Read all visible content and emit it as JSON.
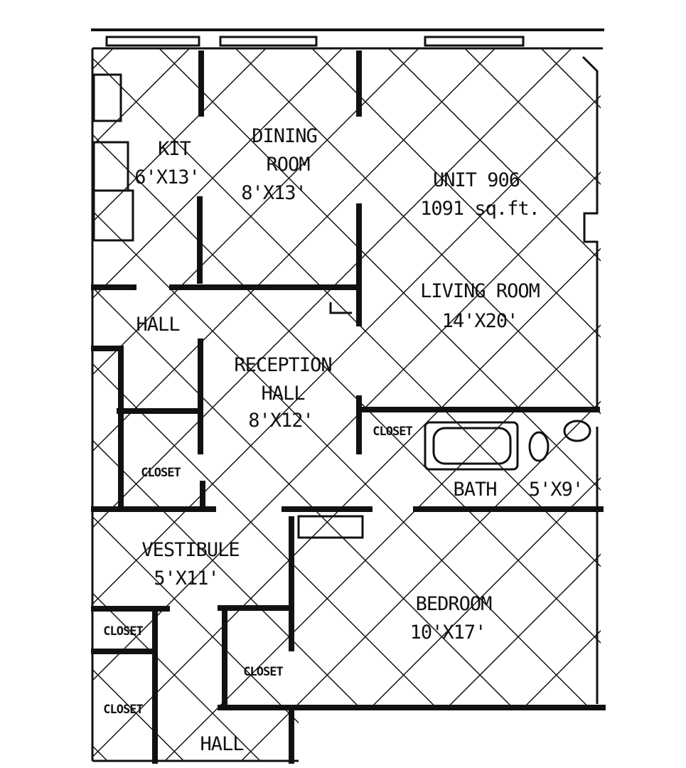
{
  "plan": {
    "unit": {
      "name": "UNIT 906",
      "area": "1091 sq.ft."
    },
    "rooms": [
      {
        "id": "kitchen",
        "name": "KIT",
        "size": "6'X13'"
      },
      {
        "id": "dining",
        "name": "DINING ROOM",
        "size": "8'X13'"
      },
      {
        "id": "living",
        "name": "LIVING ROOM",
        "size": "14'X20'"
      },
      {
        "id": "hall-upper",
        "name": "HALL",
        "size": ""
      },
      {
        "id": "reception",
        "name": "RECEPTION HALL",
        "size": "8'X12'"
      },
      {
        "id": "closet-reception",
        "name": "CLOSET",
        "size": ""
      },
      {
        "id": "closet-bath",
        "name": "CLOSET",
        "size": ""
      },
      {
        "id": "bath",
        "name": "BATH",
        "size": "5'X9'"
      },
      {
        "id": "vestibule",
        "name": "VESTIBULE",
        "size": "5'X11'"
      },
      {
        "id": "bedroom",
        "name": "BEDROOM",
        "size": "10'X17'"
      },
      {
        "id": "closet-left-1",
        "name": "CLOSET",
        "size": ""
      },
      {
        "id": "closet-left-2",
        "name": "CLOSET",
        "size": ""
      },
      {
        "id": "closet-bedroom",
        "name": "CLOSET",
        "size": ""
      },
      {
        "id": "hall-lower",
        "name": "HALL",
        "size": ""
      }
    ]
  }
}
